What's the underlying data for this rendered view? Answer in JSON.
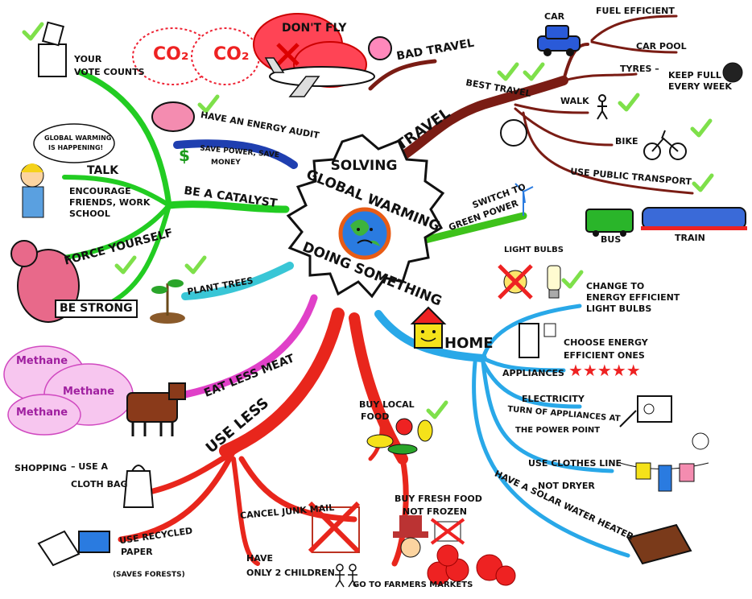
{
  "center": {
    "line1": "SOLVING",
    "line2": "GLOBAL WARMING",
    "line3": "DOING SOMETHING"
  },
  "top": {
    "co2a": "CO₂",
    "co2b": "CO₂",
    "dont_fly": "DON'T FLY",
    "bad_travel": "BAD TRAVEL"
  },
  "travel": {
    "title": "TRAVEL",
    "best_travel": "BEST TRAVEL",
    "car": "CAR",
    "fuel_efficient": "FUEL EFFICIENT",
    "car_pool": "CAR POOL",
    "tyres": "TYRES –",
    "keep_full": "KEEP FULL",
    "every_week": "EVERY WEEK",
    "walk": "WALK",
    "bike": "BIKE",
    "public_transport": "USE PUBLIC TRANSPORT",
    "bus": "BUS",
    "train": "TRAIN"
  },
  "green": {
    "switch1": "SWITCH TO",
    "switch2": "GREEN POWER"
  },
  "catalyst": {
    "title": "BE A CATALYST",
    "vote1": "YOUR",
    "vote2": "VOTE COUNTS",
    "bubble1": "GLOBAL WARMING",
    "bubble2": "IS HAPPENING!",
    "talk": "TALK",
    "encourage1": "ENCOURAGE",
    "encourage2": "FRIENDS, WORK",
    "encourage3": "SCHOOL",
    "force": "FORCE YOURSELF",
    "strong": "BE STRONG",
    "audit": "HAVE AN ENERGY AUDIT",
    "save1": "SAVE POWER, SAVE",
    "save2": "MONEY",
    "plant": "PLANT TREES"
  },
  "meat": {
    "title": "EAT LESS MEAT",
    "m1": "Methane",
    "m2": "Methane",
    "m3": "Methane"
  },
  "useless": {
    "title": "USE LESS",
    "shopping": "SHOPPING",
    "cloth1": "– USE A",
    "cloth2": "CLOTH BAG",
    "recycled1": "USE RECYCLED",
    "recycled2": "PAPER",
    "recycled3": "(SAVES FORESTS)",
    "junk": "CANCEL JUNK MAIL",
    "children1": "HAVE",
    "children2": "ONLY 2 CHILDREN"
  },
  "food": {
    "local1": "BUY LOCAL",
    "local2": "FOOD",
    "fresh1": "BUY FRESH FOOD",
    "fresh2": "NOT FROZEN",
    "farmers": "GO TO FARMERS MARKETS"
  },
  "home": {
    "title": "HOME",
    "bulbs": "LIGHT BULBS",
    "change1": "CHANGE TO",
    "change2": "ENERGY EFFICIENT",
    "change3": "LIGHT BULBS",
    "choose1": "CHOOSE ENERGY",
    "choose2": "EFFICIENT ONES",
    "appliances": "APPLIANCES",
    "stars": "★★★★★",
    "electricity": "ELECTRICITY",
    "turn1": "TURN OF APPLIANCES AT",
    "turn2": "THE POWER POINT",
    "line1": "USE CLOTHES LINE",
    "line2": "NOT DRYER",
    "solar": "HAVE A SOLAR WATER HEATER"
  },
  "colors": {
    "travel": "#7a1c14",
    "green": "#3ec21b",
    "catalyst": "#22cc22",
    "meat": "#e040c8",
    "useless": "#e8261c",
    "home": "#29a8e8",
    "audit": "#1f3fb0",
    "trees": "#39c6d6"
  }
}
